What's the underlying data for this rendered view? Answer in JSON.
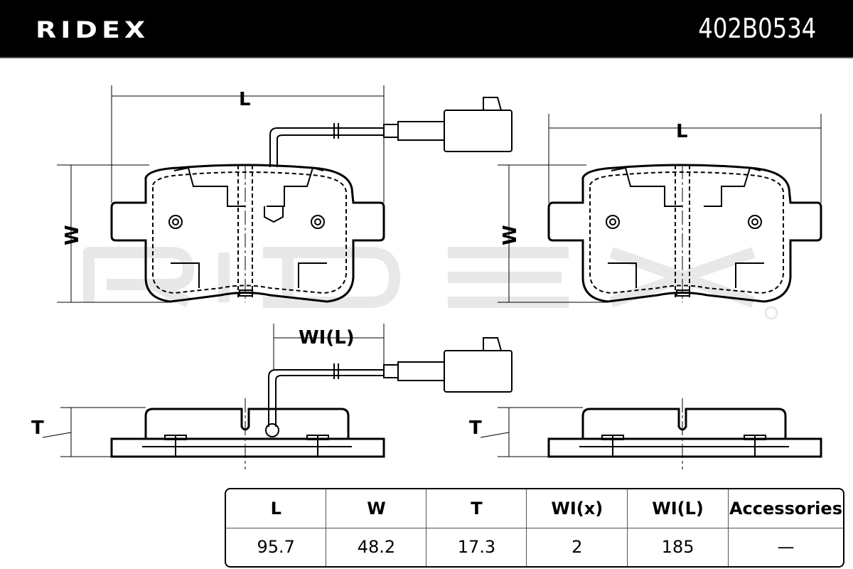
{
  "header": {
    "brand": "RIDEX",
    "part_number": "402B0534"
  },
  "watermark": "RIDEX",
  "drawing": {
    "labels": {
      "length": "L",
      "width": "W",
      "thickness": "T",
      "wear_indicator_length": "WI(L)"
    }
  },
  "specs": {
    "headers": [
      "L",
      "W",
      "T",
      "WI(x)",
      "WI(L)",
      "Accessories"
    ],
    "values": [
      "95.7",
      "48.2",
      "17.3",
      "2",
      "185",
      "—"
    ]
  }
}
